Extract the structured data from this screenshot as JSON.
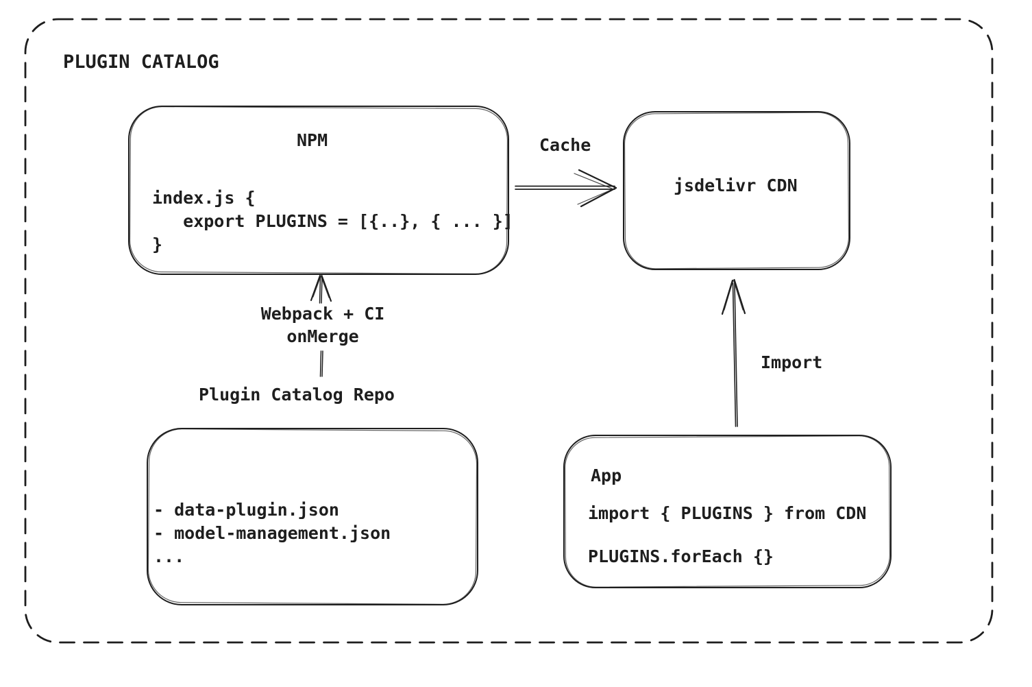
{
  "colors": {
    "ink": "#1e1e1e",
    "bg": "#ffffff"
  },
  "title": "PLUGIN CATALOG",
  "nodes": {
    "npm": {
      "title": "NPM",
      "code": [
        "index.js {",
        "   export PLUGINS = [{..}, { ... }]",
        "}"
      ]
    },
    "cdn": {
      "label": "jsdelivr CDN"
    },
    "repo": {
      "label": "Plugin Catalog Repo",
      "files": [
        "- data-plugin.json",
        "- model-management.json",
        "..."
      ]
    },
    "app": {
      "title": "App",
      "import_line": "import { PLUGINS } from CDN",
      "foreach_line": "PLUGINS.forEach {}"
    }
  },
  "edges": {
    "cache": {
      "label": "Cache"
    },
    "build": {
      "label": "Webpack + CI\nonMerge"
    },
    "import": {
      "label": "Import"
    }
  }
}
